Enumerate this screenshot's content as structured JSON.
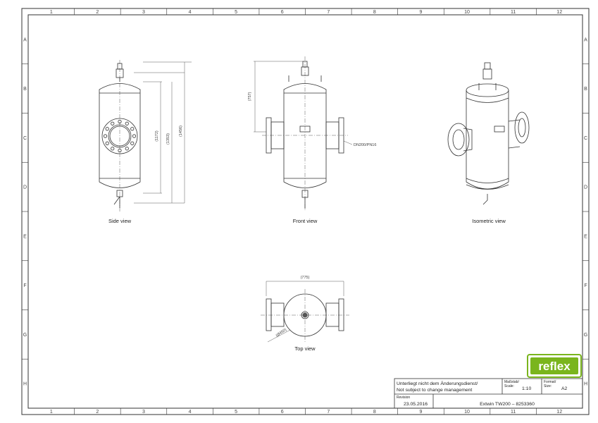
{
  "frame": {
    "col_labels": [
      "1",
      "2",
      "3",
      "4",
      "5",
      "6",
      "7",
      "8",
      "9",
      "10",
      "11",
      "12"
    ],
    "row_labels": [
      "A",
      "B",
      "C",
      "D",
      "E",
      "F",
      "G",
      "H"
    ]
  },
  "views": {
    "side": {
      "label": "Side view",
      "dims": [
        "(1172)",
        "(1353)",
        "(1456)"
      ]
    },
    "front": {
      "label": "Front view",
      "dim_height": "(757)",
      "flange": "DN200/PN16"
    },
    "iso": {
      "label": "Isometric view"
    },
    "top": {
      "label": "Top view",
      "dim_width": "(775)",
      "dim_diam": "(Ø450)"
    }
  },
  "title_block": {
    "notice_de": "Unterliegt nicht dem Änderungsdienst/",
    "notice_en": "Not subject to change management",
    "scale_header": "Maßstab/",
    "scale_header2": "Scale:",
    "scale_value": "1:10",
    "format_header": "Format/",
    "format_header2": "Size:",
    "format_value": "A2",
    "revision_label": "Revision",
    "revision_date": "23.05.2016",
    "part": "Extwin TW200  –  8253360",
    "logo": "reflex",
    "brand_color": "#7ab51d"
  }
}
